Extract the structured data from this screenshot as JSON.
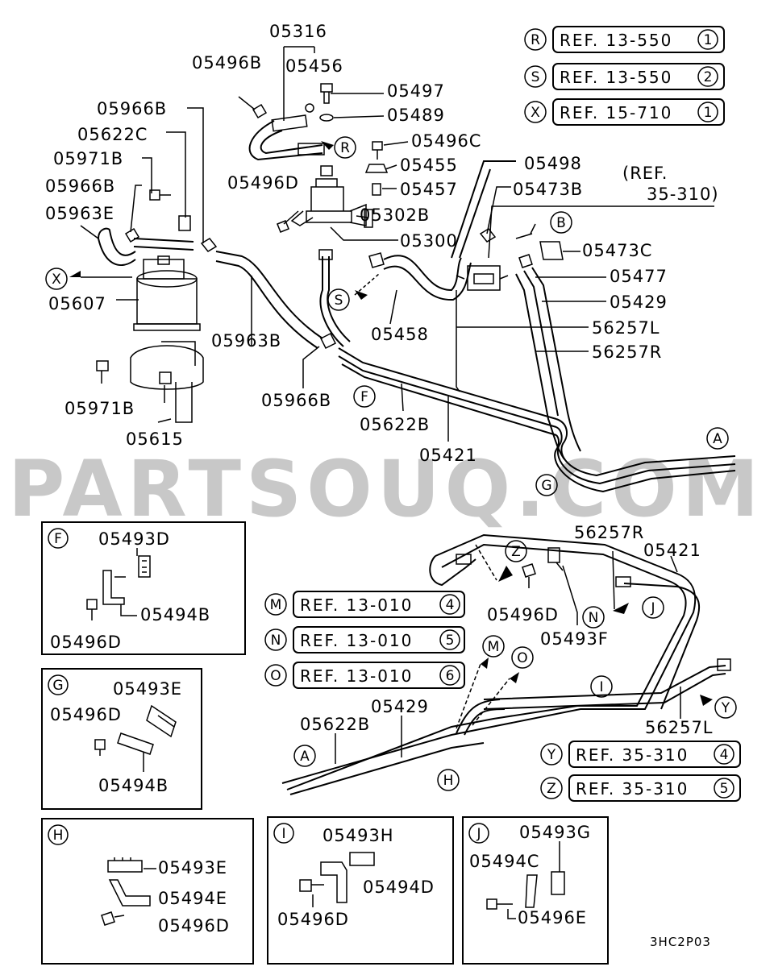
{
  "watermark": "PARTSOUQ.COM",
  "diagram_code": "3HC2P03",
  "refs": [
    {
      "letter": "R",
      "text": "REF. 13-550",
      "num": "1"
    },
    {
      "letter": "S",
      "text": "REF. 13-550",
      "num": "2"
    },
    {
      "letter": "X",
      "text": "REF. 15-710",
      "num": "1"
    },
    {
      "letter": "M",
      "text": "REF. 13-010",
      "num": "4"
    },
    {
      "letter": "N",
      "text": "REF. 13-010",
      "num": "5"
    },
    {
      "letter": "O",
      "text": "REF. 13-010",
      "num": "6"
    },
    {
      "letter": "Y",
      "text": "REF. 35-310",
      "num": "4"
    },
    {
      "letter": "Z",
      "text": "REF. 35-310",
      "num": "5"
    }
  ],
  "ref_note": {
    "line1": "(REF.",
    "line2": "35-310)"
  },
  "main_labels": {
    "l05316": "05316",
    "l05496B": "05496B",
    "l05456": "05456",
    "l05497": "05497",
    "l05489": "05489",
    "l05966B_1": "05966B",
    "l05622C": "05622C",
    "l05971B_1": "05971B",
    "l05966B_2": "05966B",
    "l05963E": "05963E",
    "l05496C": "05496C",
    "l05455": "05455",
    "l05496D": "05496D",
    "l05457": "05457",
    "l05302B": "05302B",
    "l05300": "05300",
    "l05498": "05498",
    "l05473B": "05473B",
    "l05473C": "05473C",
    "l05477": "05477",
    "l05429": "05429",
    "l56257L": "56257L",
    "l56257R": "56257R",
    "l05607": "05607",
    "l05963B": "05963B",
    "l05458": "05458",
    "l05971B_2": "05971B",
    "l05966B_3": "05966B",
    "l05622B": "05622B",
    "l05615": "05615",
    "l05421": "05421"
  },
  "main_callouts": {
    "R": "R",
    "X": "X",
    "S": "S",
    "B": "B",
    "F": "F",
    "A": "A",
    "G": "G"
  },
  "lower_labels": {
    "l56257R": "56257R",
    "l05421": "05421",
    "l05496D": "05496D",
    "l05493F": "05493F",
    "l05429": "05429",
    "l05622B": "05622B",
    "l56257L": "56257L"
  },
  "lower_callouts": {
    "Z": "Z",
    "N": "N",
    "J": "J",
    "M": "M",
    "O": "O",
    "I": "I",
    "Y": "Y",
    "A": "A",
    "H": "H"
  },
  "detail_boxes": {
    "F": {
      "letter": "F",
      "a": "05493D",
      "b": "05494B",
      "c": "05496D"
    },
    "G": {
      "letter": "G",
      "a": "05493E",
      "b": "05496D",
      "c": "05494B"
    },
    "H": {
      "letter": "H",
      "a": "05493E",
      "b": "05494E",
      "c": "05496D"
    },
    "I": {
      "letter": "I",
      "a": "05493H",
      "b": "05494D",
      "c": "05496D"
    },
    "J": {
      "letter": "J",
      "a": "05493G",
      "b": "05494C",
      "c": "05496E"
    }
  }
}
